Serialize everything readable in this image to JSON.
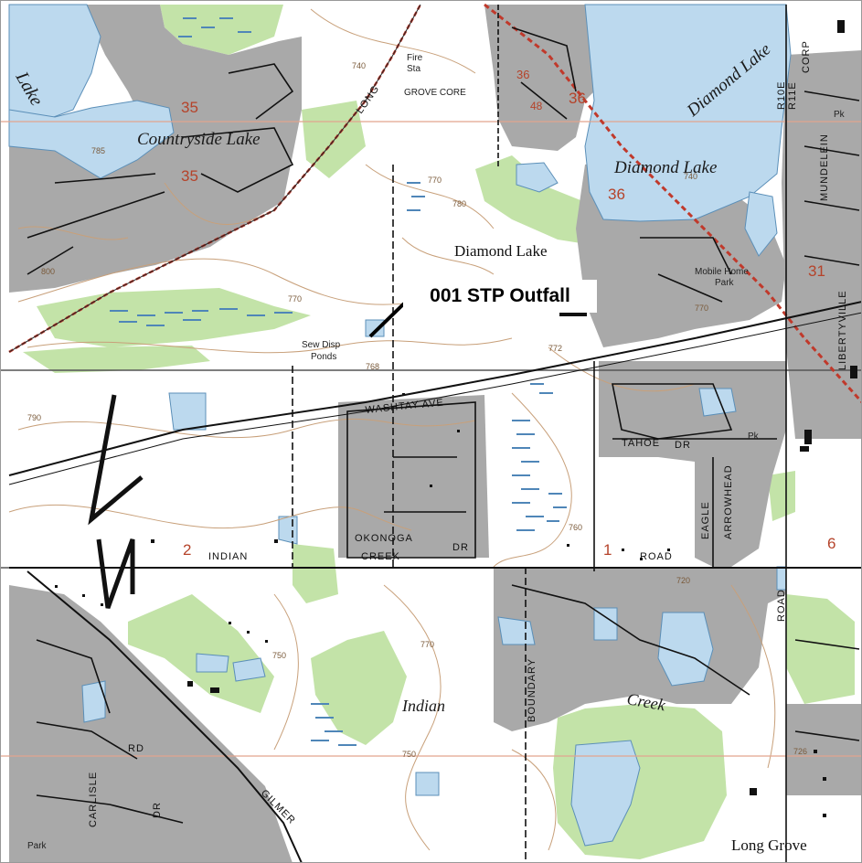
{
  "map": {
    "callout": "001 STP Outfall",
    "water_labels": {
      "lake_top_left": "Lake",
      "countryside_lake": "Countryside Lake",
      "diamond_lake_top": "Diamond Lake",
      "diamond_lake_main": "Diamond Lake",
      "indian_creek_1": "Indian",
      "indian_creek_2": "Creek"
    },
    "place_labels": {
      "diamond_lake_town": "Diamond Lake",
      "long_grove": "Long Grove",
      "fire_station_1": "Fire",
      "fire_station_2": "Sta",
      "grove_corners": "GROVE CORE",
      "sewage_ponds_1": "Sew Disp",
      "sewage_ponds_2": "Ponds",
      "mobile_home_1": "Mobile Home",
      "mobile_home_2": "Park",
      "park_bottom": "Park",
      "pk_right_top": "Pk",
      "pk_right_mid": "Pk"
    },
    "road_labels": {
      "washtay": "WASHTAY",
      "washtay_ave": "AVE",
      "okanogan": "OKONOGA",
      "okanogan_dr": "DR",
      "indian": "INDIAN",
      "creek": "CREEK",
      "road": "ROAD",
      "tahoe": "TAHOE",
      "tahoe_dr": "DR",
      "eagle": "EAGLE",
      "arrowhead": "ARROWHEAD",
      "boundary": "BOUNDARY",
      "gilmer": "GILMER",
      "mundelein": "MUNDELEIN",
      "libertyville": "LIBERTYVILLE",
      "long": "LONG",
      "rd": "RD",
      "carlisle": "CARLISLE",
      "dr_bottom": "DR",
      "road_vertical": "ROAD",
      "r10e": "R10E",
      "r11e": "R11E",
      "corp": "CORP"
    },
    "section_numbers": [
      "35",
      "35",
      "36",
      "36",
      "36",
      "31",
      "2",
      "1",
      "6",
      "48"
    ],
    "elevations": [
      "785",
      "740",
      "770",
      "780",
      "790",
      "770",
      "768",
      "750",
      "800",
      "720",
      "770",
      "770",
      "760",
      "726",
      "740",
      "750",
      "772"
    ],
    "colors": {
      "urban_tint": "#a9a9a9",
      "water": "#bcd9ee",
      "vegetation": "#c3e3a8",
      "contour": "#c8a07a",
      "road": "#111111",
      "section_line": "#e2a58e",
      "highway": "#c0392b"
    },
    "north_arrow": "north-arrow-icon"
  }
}
